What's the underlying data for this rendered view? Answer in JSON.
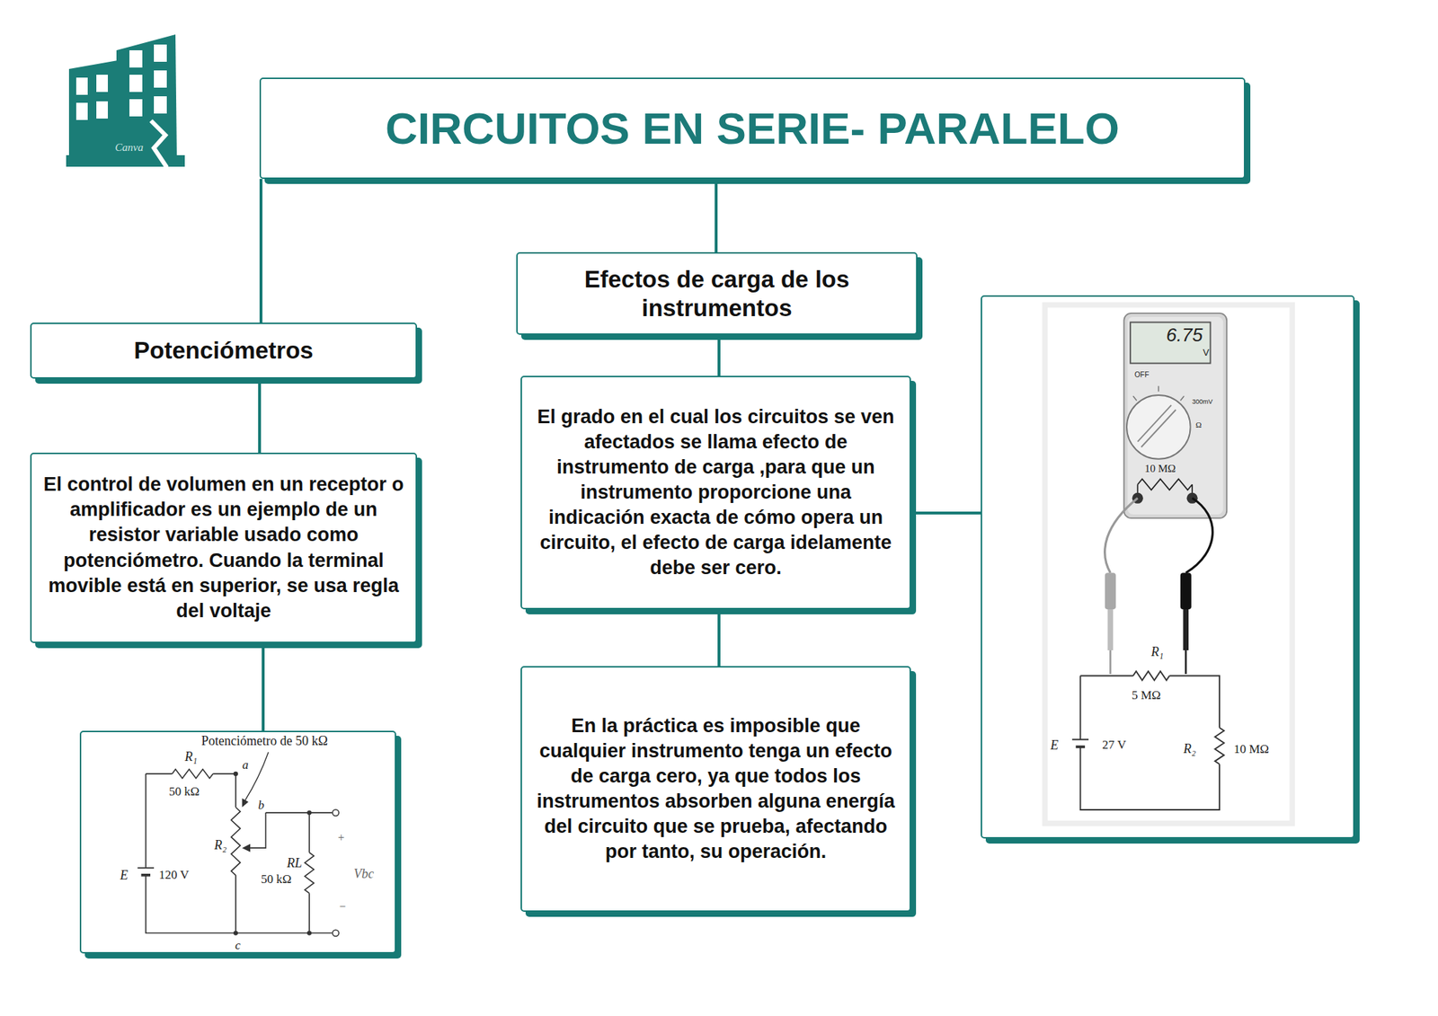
{
  "diagram": {
    "nodes": [
      {
        "text": [
          "CIRCUITOS EN SERIE- PARALELO"
        ]
      },
      {
        "text": [
          "Potenciómetros"
        ]
      },
      {
        "text": [
          "El control de volumen en un receptor o amplificador es un ejemplo de un resistor variable usado como potenciómetro. Cuando la terminal movible está en superior, se usa regla del voltaje"
        ]
      },
      {
        "text": [
          "Potenciómetro de 50 kΩ",
          "R₁",
          "50 kΩ",
          "a",
          "b",
          "R₂",
          "RL",
          "50 kΩ",
          "E",
          "120 V",
          "+",
          "Vbc",
          "−",
          "c"
        ]
      },
      {
        "text": [
          "Efectos de carga de los instrumentos"
        ]
      },
      {
        "text": [
          "El grado en el cual los circuitos se ven afectados se llama efecto de instrumento de carga ,para que un instrumento proporcione una indicación exacta de cómo opera un circuito, el efecto de carga idelamente debe ser cero."
        ]
      },
      {
        "text": [
          "En la práctica es imposible que cualquier instrumento tenga un efecto de carga cero, ya que todos los instrumentos absorben alguna energía del circuito que se prueba, afectando por tanto, su operación."
        ]
      },
      {
        "text": [
          "6.75",
          "V",
          "OFF",
          "300mV",
          "Ω",
          "10 MΩ",
          "R₁",
          "5 MΩ",
          "E",
          "27 V",
          "R₂",
          "10 MΩ"
        ]
      }
    ],
    "edges": [
      {
        "from": 0,
        "to": 1,
        "arrow": "none"
      },
      {
        "from": 1,
        "to": 2,
        "arrow": "none"
      },
      {
        "from": 2,
        "to": 3,
        "arrow": "none"
      },
      {
        "from": 0,
        "to": 4,
        "arrow": "none"
      },
      {
        "from": 4,
        "to": 5,
        "arrow": "none"
      },
      {
        "from": 5,
        "to": 6,
        "arrow": "none"
      },
      {
        "from": 5,
        "to": 7,
        "arrow": "none"
      }
    ],
    "labels": [
      "Canva"
    ]
  }
}
